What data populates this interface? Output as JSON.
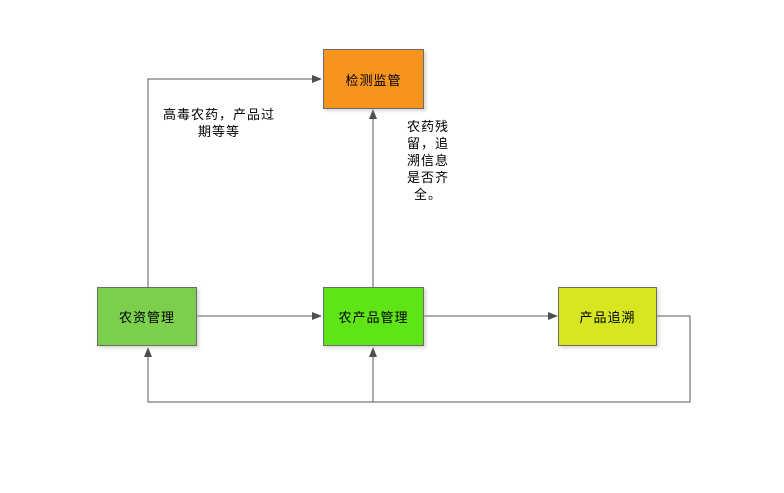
{
  "diagram": {
    "nodes": [
      {
        "label": "检测监管",
        "fill": "#F7941D"
      },
      {
        "label": "农资管理",
        "fill": "#7CCE4D"
      },
      {
        "label": "农产品管理",
        "fill": "#5FE515"
      },
      {
        "label": "产品追溯",
        "fill": "#D6E621"
      }
    ],
    "edge_labels": [
      {
        "text": "高毒农药，产品过\n期等等"
      },
      {
        "text": "农药残\n留，追\n溯信息\n是否齐\n全。"
      }
    ],
    "edges": [
      {
        "from": "农资管理",
        "to": "检测监管"
      },
      {
        "from": "农资管理",
        "to": "农产品管理"
      },
      {
        "from": "农产品管理",
        "to": "检测监管"
      },
      {
        "from": "农产品管理",
        "to": "产品追溯"
      },
      {
        "from": "产品追溯",
        "to": "农资管理"
      },
      {
        "from": "产品追溯",
        "to": "农产品管理"
      }
    ],
    "colors": {
      "connector": "#5B5B5B",
      "node_border": "#6B6B6B",
      "text": "#000000",
      "background": "#FFFFFF"
    }
  }
}
